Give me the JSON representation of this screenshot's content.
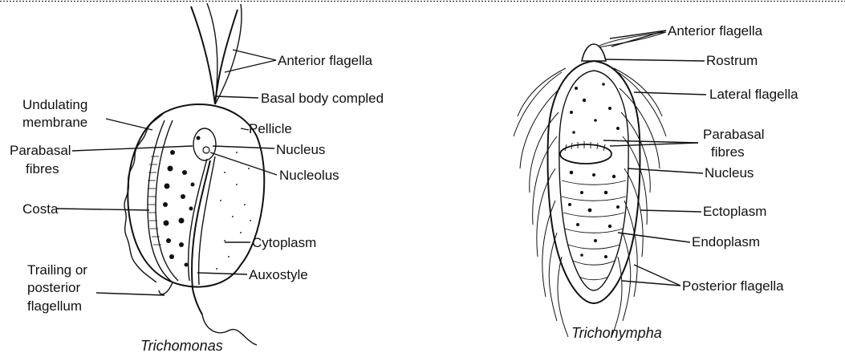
{
  "trichomonas": {
    "caption": "Trichomonas",
    "labels": {
      "anterior_flagella": "Anterior flagella",
      "basal_body": "Basal body compled",
      "undulating_1": "Undulating",
      "undulating_2": "membrane",
      "pellicle": "Pellicle",
      "parabasal_1": "Parabasal",
      "parabasal_2": "fibres",
      "nucleus": "Nucleus",
      "nucleolus": "Nucleolus",
      "costa": "Costa",
      "cytoplasm": "Cytoplasm",
      "auxostyle": "Auxostyle",
      "trailing_1": "Trailing or",
      "trailing_2": "posterior",
      "trailing_3": "flagellum"
    }
  },
  "trichonympha": {
    "caption": "Trichonympha",
    "labels": {
      "anterior_flagella": "Anterior flagella",
      "rostrum": "Rostrum",
      "lateral_flagella": "Lateral flagella",
      "parabasal_1": "Parabasal",
      "parabasal_2": "fibres",
      "nucleus": "Nucleus",
      "ectoplasm": "Ectoplasm",
      "endoplasm": "Endoplasm",
      "posterior_flagella": "Posterior flagella"
    }
  }
}
